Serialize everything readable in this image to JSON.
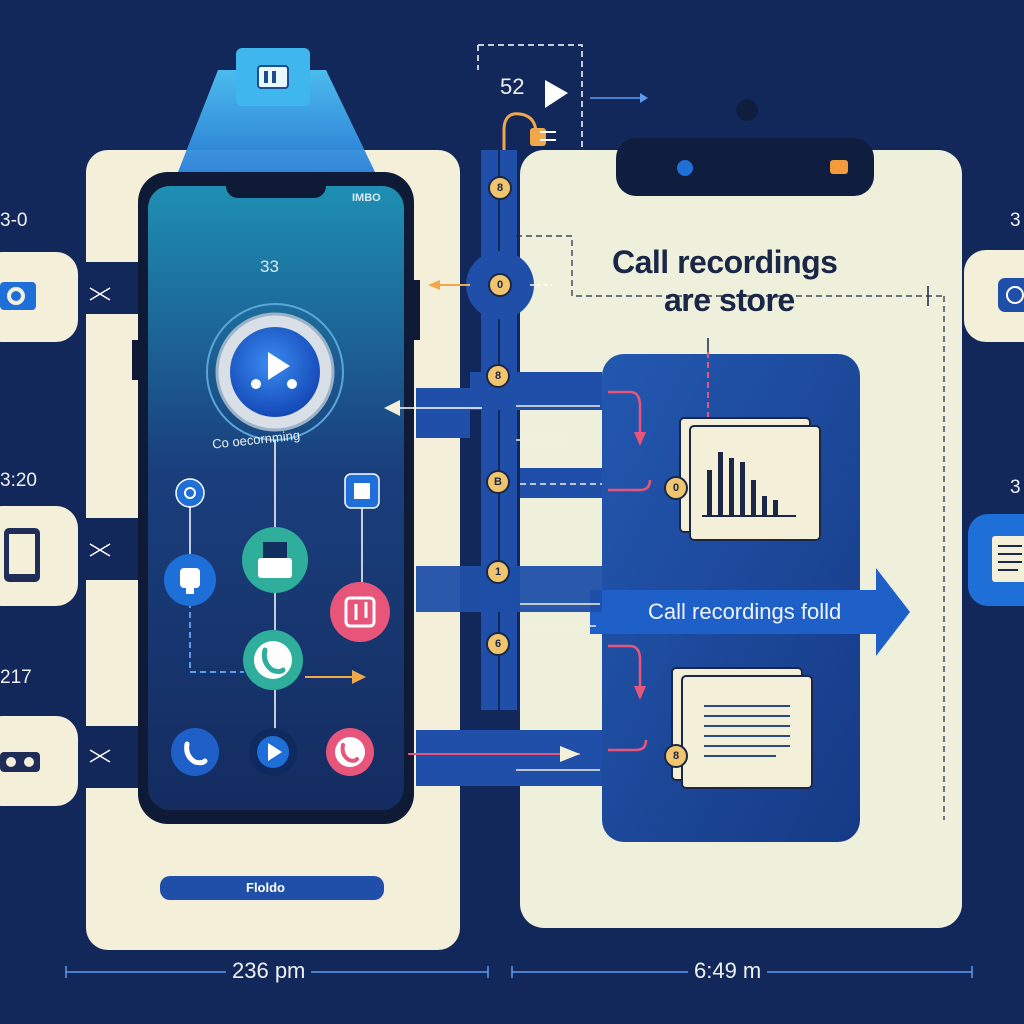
{
  "top_count": "52",
  "phone_counter": "33",
  "phone_status": "IMBO",
  "record_label": "Co oecornming",
  "phone_folder_label": "Floldo",
  "headline": {
    "line1": "Call recordings",
    "line2": "are store"
  },
  "folder_banner": "Call recordings folld",
  "left_times": [
    "3-0",
    "3:20",
    "217"
  ],
  "right_markers": [
    "3",
    "3"
  ],
  "timeline": {
    "left_time": "236 pm",
    "right_time": "6:49 m"
  },
  "step_badges": [
    "8",
    "0",
    "8",
    "B",
    "1",
    "6"
  ],
  "folder_badges": [
    "0",
    "8"
  ],
  "icons": [
    "camera-icon",
    "tablet-icon",
    "cassette-icon",
    "play-icon",
    "microphone-icon",
    "printer-icon",
    "stop-icon",
    "music-note-icon",
    "phone-icon",
    "hang-up-icon",
    "bar-chart-icon",
    "document-icon",
    "chevron-right-icon"
  ],
  "colors": {
    "background": "#13285a",
    "panel": "#f4efd9",
    "accent_blue": "#1f6fd8",
    "teal": "#2fae9b",
    "pink": "#e8557a",
    "badge": "#f1c46e"
  }
}
